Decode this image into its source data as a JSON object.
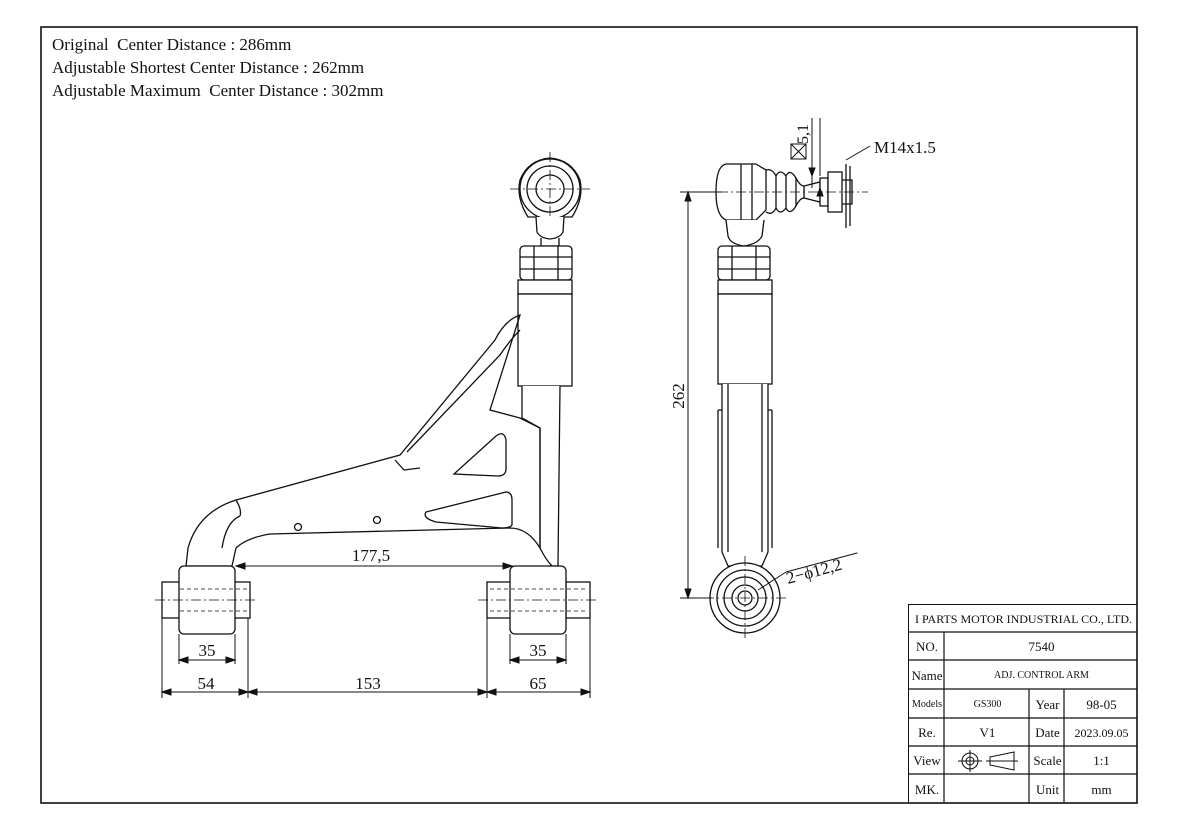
{
  "notes": {
    "original": "Original  Center Distance : 286mm",
    "shortest": "Adjustable Shortest Center Distance : 262mm",
    "maximum": "Adjustable Maximum  Center Distance : 302mm"
  },
  "dimensions": {
    "between_bushings": "177,5",
    "bushing_width_left": "35",
    "bushing_width_right": "35",
    "left_overall": "54",
    "middle_overall": "153",
    "right_overall": "65",
    "shortest_length": "262",
    "square_drive": "5,1",
    "thread": "M14x1.5",
    "hole_callout": "2−ϕ12,2"
  },
  "title_block": {
    "company": "I PARTS MOTOR INDUSTRIAL CO., LTD.",
    "no_label": "NO.",
    "no_value": "7540",
    "name_label": "Name",
    "name_value": "ADJ.  CONTROL ARM",
    "models_label": "Models",
    "models_value": "GS300",
    "year_label": "Year",
    "year_value": "98-05",
    "re_label": "Re.",
    "re_value": "V1",
    "date_label": "Date",
    "date_value": "2023.09.05",
    "view_label": "View",
    "scale_label": "Scale",
    "scale_value": "1:1",
    "mk_label": "MK.",
    "mk_value": "",
    "unit_label": "Unit",
    "unit_value": "mm"
  },
  "colors": {
    "line": "#111111",
    "background": "#ffffff"
  }
}
